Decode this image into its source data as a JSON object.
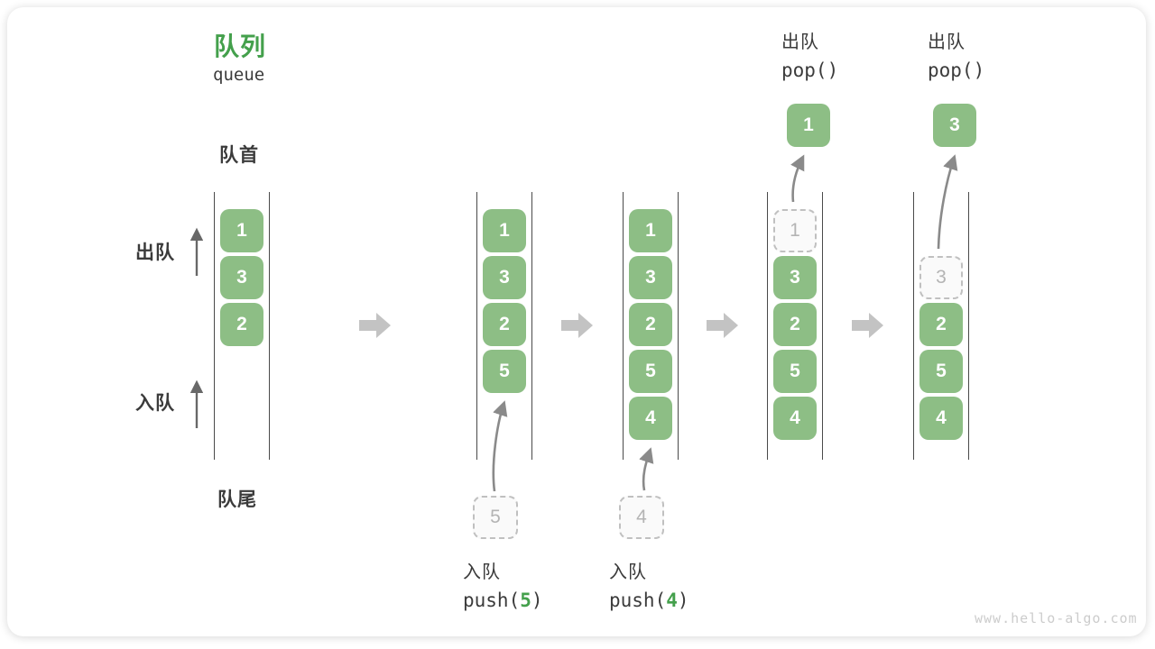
{
  "diagram": {
    "title_zh": "队列",
    "title_en": "queue",
    "front_label": "队首",
    "rear_label": "队尾",
    "dequeue_label": "出队",
    "enqueue_label": "入队",
    "watermark": "www.hello-algo.com"
  },
  "colors": {
    "box_green": "#8DBE85",
    "accent_green": "#44A04C",
    "block_arrow": "#C3C3C3",
    "curve_arrow": "#8A8A8A",
    "dir_arrow": "#686868",
    "text_dark": "#3B3B3B",
    "dashed_border": "#C0C0C0",
    "dashed_fill": "#FAFAFA",
    "dashed_text": "#B4B4B4",
    "wall": "#4A4A4A",
    "watermark_gray": "#CCCCCC"
  },
  "states": [
    {
      "boxes": [
        {
          "v": "1",
          "slot": 0
        },
        {
          "v": "3",
          "slot": 1
        },
        {
          "v": "2",
          "slot": 2
        }
      ]
    },
    {
      "boxes": [
        {
          "v": "1",
          "slot": 0
        },
        {
          "v": "3",
          "slot": 1
        },
        {
          "v": "2",
          "slot": 2
        },
        {
          "v": "5",
          "slot": 3
        }
      ],
      "staged": {
        "v": "5"
      },
      "op_label": {
        "zh": "入队",
        "pre": "push(",
        "arg": "5",
        "post": ")"
      }
    },
    {
      "boxes": [
        {
          "v": "1",
          "slot": 0
        },
        {
          "v": "3",
          "slot": 1
        },
        {
          "v": "2",
          "slot": 2
        },
        {
          "v": "5",
          "slot": 3
        },
        {
          "v": "4",
          "slot": 4
        }
      ],
      "staged": {
        "v": "4"
      },
      "op_label": {
        "zh": "入队",
        "pre": "push(",
        "arg": "4",
        "post": ")"
      }
    },
    {
      "boxes": [
        {
          "v": "1",
          "slot": 0,
          "dashed": true
        },
        {
          "v": "3",
          "slot": 1
        },
        {
          "v": "2",
          "slot": 2
        },
        {
          "v": "5",
          "slot": 3
        },
        {
          "v": "4",
          "slot": 4
        }
      ],
      "popped": {
        "v": "1"
      },
      "top_label": {
        "zh": "出队",
        "code": "pop()"
      }
    },
    {
      "boxes": [
        {
          "v": "3",
          "slot": 1,
          "dashed": true
        },
        {
          "v": "2",
          "slot": 2
        },
        {
          "v": "5",
          "slot": 3
        },
        {
          "v": "4",
          "slot": 4
        }
      ],
      "popped": {
        "v": "3"
      },
      "top_label": {
        "zh": "出队",
        "code": "pop()"
      }
    }
  ]
}
